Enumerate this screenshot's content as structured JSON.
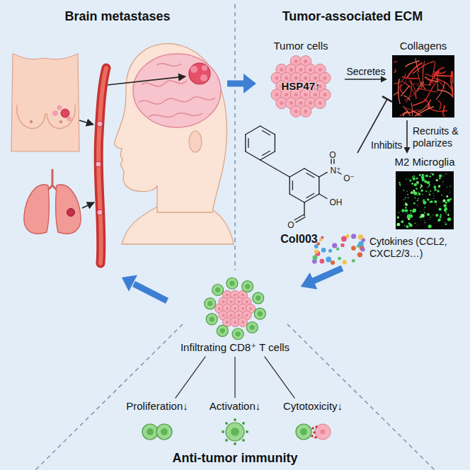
{
  "diagram": {
    "nodes": [
      {
        "text": [
          "Tumor cells",
          "HSP47↑"
        ]
      },
      {
        "text": [
          "Collagens"
        ]
      },
      {
        "text": [
          "Col003"
        ]
      },
      {
        "text": [
          "M2 Microglia"
        ]
      },
      {
        "text": [
          "Cytokines (CCL2, CXCL2/3…)"
        ]
      },
      {
        "text": [
          "Infiltrating CD8⁺ T cells"
        ]
      },
      {
        "text": [
          "Proliferation↓"
        ]
      },
      {
        "text": [
          "Activation↓"
        ]
      },
      {
        "text": [
          "Cytotoxicity↓"
        ]
      }
    ],
    "edges": [
      {
        "from": 0,
        "to": 1,
        "label": "Secretes",
        "arrow": "to"
      },
      {
        "from": 2,
        "to": 1,
        "label": "Inhibits",
        "arrow": "to"
      },
      {
        "from": 1,
        "to": 3,
        "label": "Recruits & polarizes",
        "arrow": "to"
      },
      {
        "from": 4,
        "to": 5,
        "arrow": "to"
      },
      {
        "from": 5,
        "to": 6,
        "arrow": "none"
      },
      {
        "from": 5,
        "to": 7,
        "arrow": "none"
      },
      {
        "from": 5,
        "to": 8,
        "arrow": "none"
      }
    ],
    "labels": [
      "Brain metastases",
      "Tumor-associated ECM",
      "O",
      "N⁺",
      "O⁻",
      "OH",
      "O",
      "Anti-tumor immunity"
    ]
  }
}
